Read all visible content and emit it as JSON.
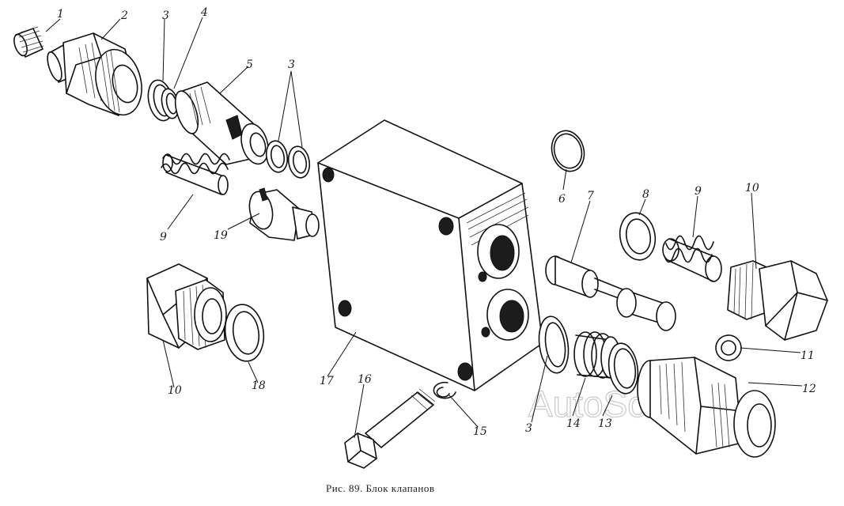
{
  "figure": {
    "caption": "Рис. 89. Блок клапанов",
    "watermark": "AutoSoft"
  },
  "labels": {
    "l1": "1",
    "l2": "2",
    "l3a": "3",
    "l4": "4",
    "l5": "5",
    "l3b": "3",
    "l9a": "9",
    "l19": "19",
    "l10a": "10",
    "l18": "18",
    "l17": "17",
    "l16": "16",
    "l15": "15",
    "l6": "6",
    "l7": "7",
    "l8": "8",
    "l9b": "9",
    "l10b": "10",
    "l11": "11",
    "l12": "12",
    "l13": "13",
    "l14": "14",
    "l3c": "3"
  }
}
